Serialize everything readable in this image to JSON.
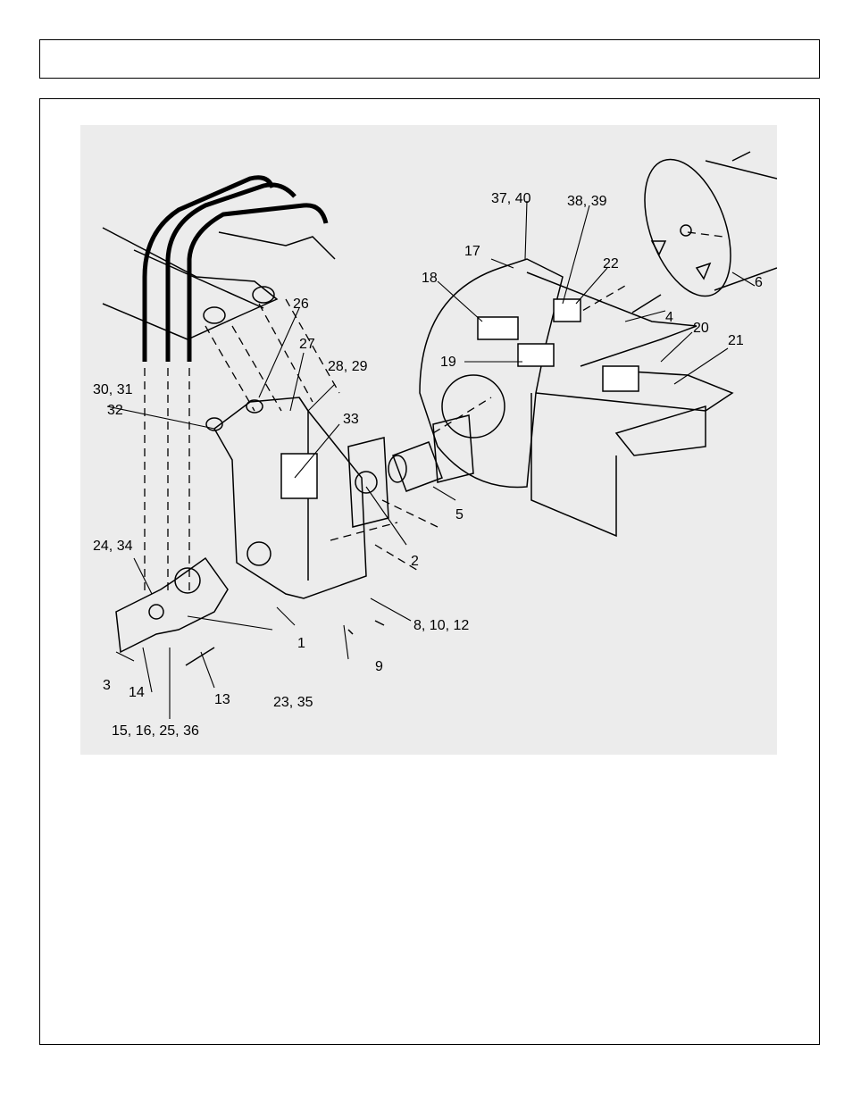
{
  "header": {
    "title": ""
  },
  "diagram": {
    "callouts": {
      "c1": "1",
      "c2": "2",
      "c3": "3",
      "c4": "4",
      "c5": "5",
      "c6": "6",
      "c8_10_12": "8, 10, 12",
      "c9": "9",
      "c13": "13",
      "c14": "14",
      "c15_16_25_36": "15, 16, 25, 36",
      "c17": "17",
      "c18": "18",
      "c19": "19",
      "c20": "20",
      "c21": "21",
      "c22": "22",
      "c23_35": "23, 35",
      "c24_34": "24, 34",
      "c26": "26",
      "c27": "27",
      "c28_29": "28, 29",
      "c30_31": "30, 31",
      "c32": "32",
      "c33": "33",
      "c37_40": "37, 40",
      "c38_39": "38, 39"
    }
  }
}
